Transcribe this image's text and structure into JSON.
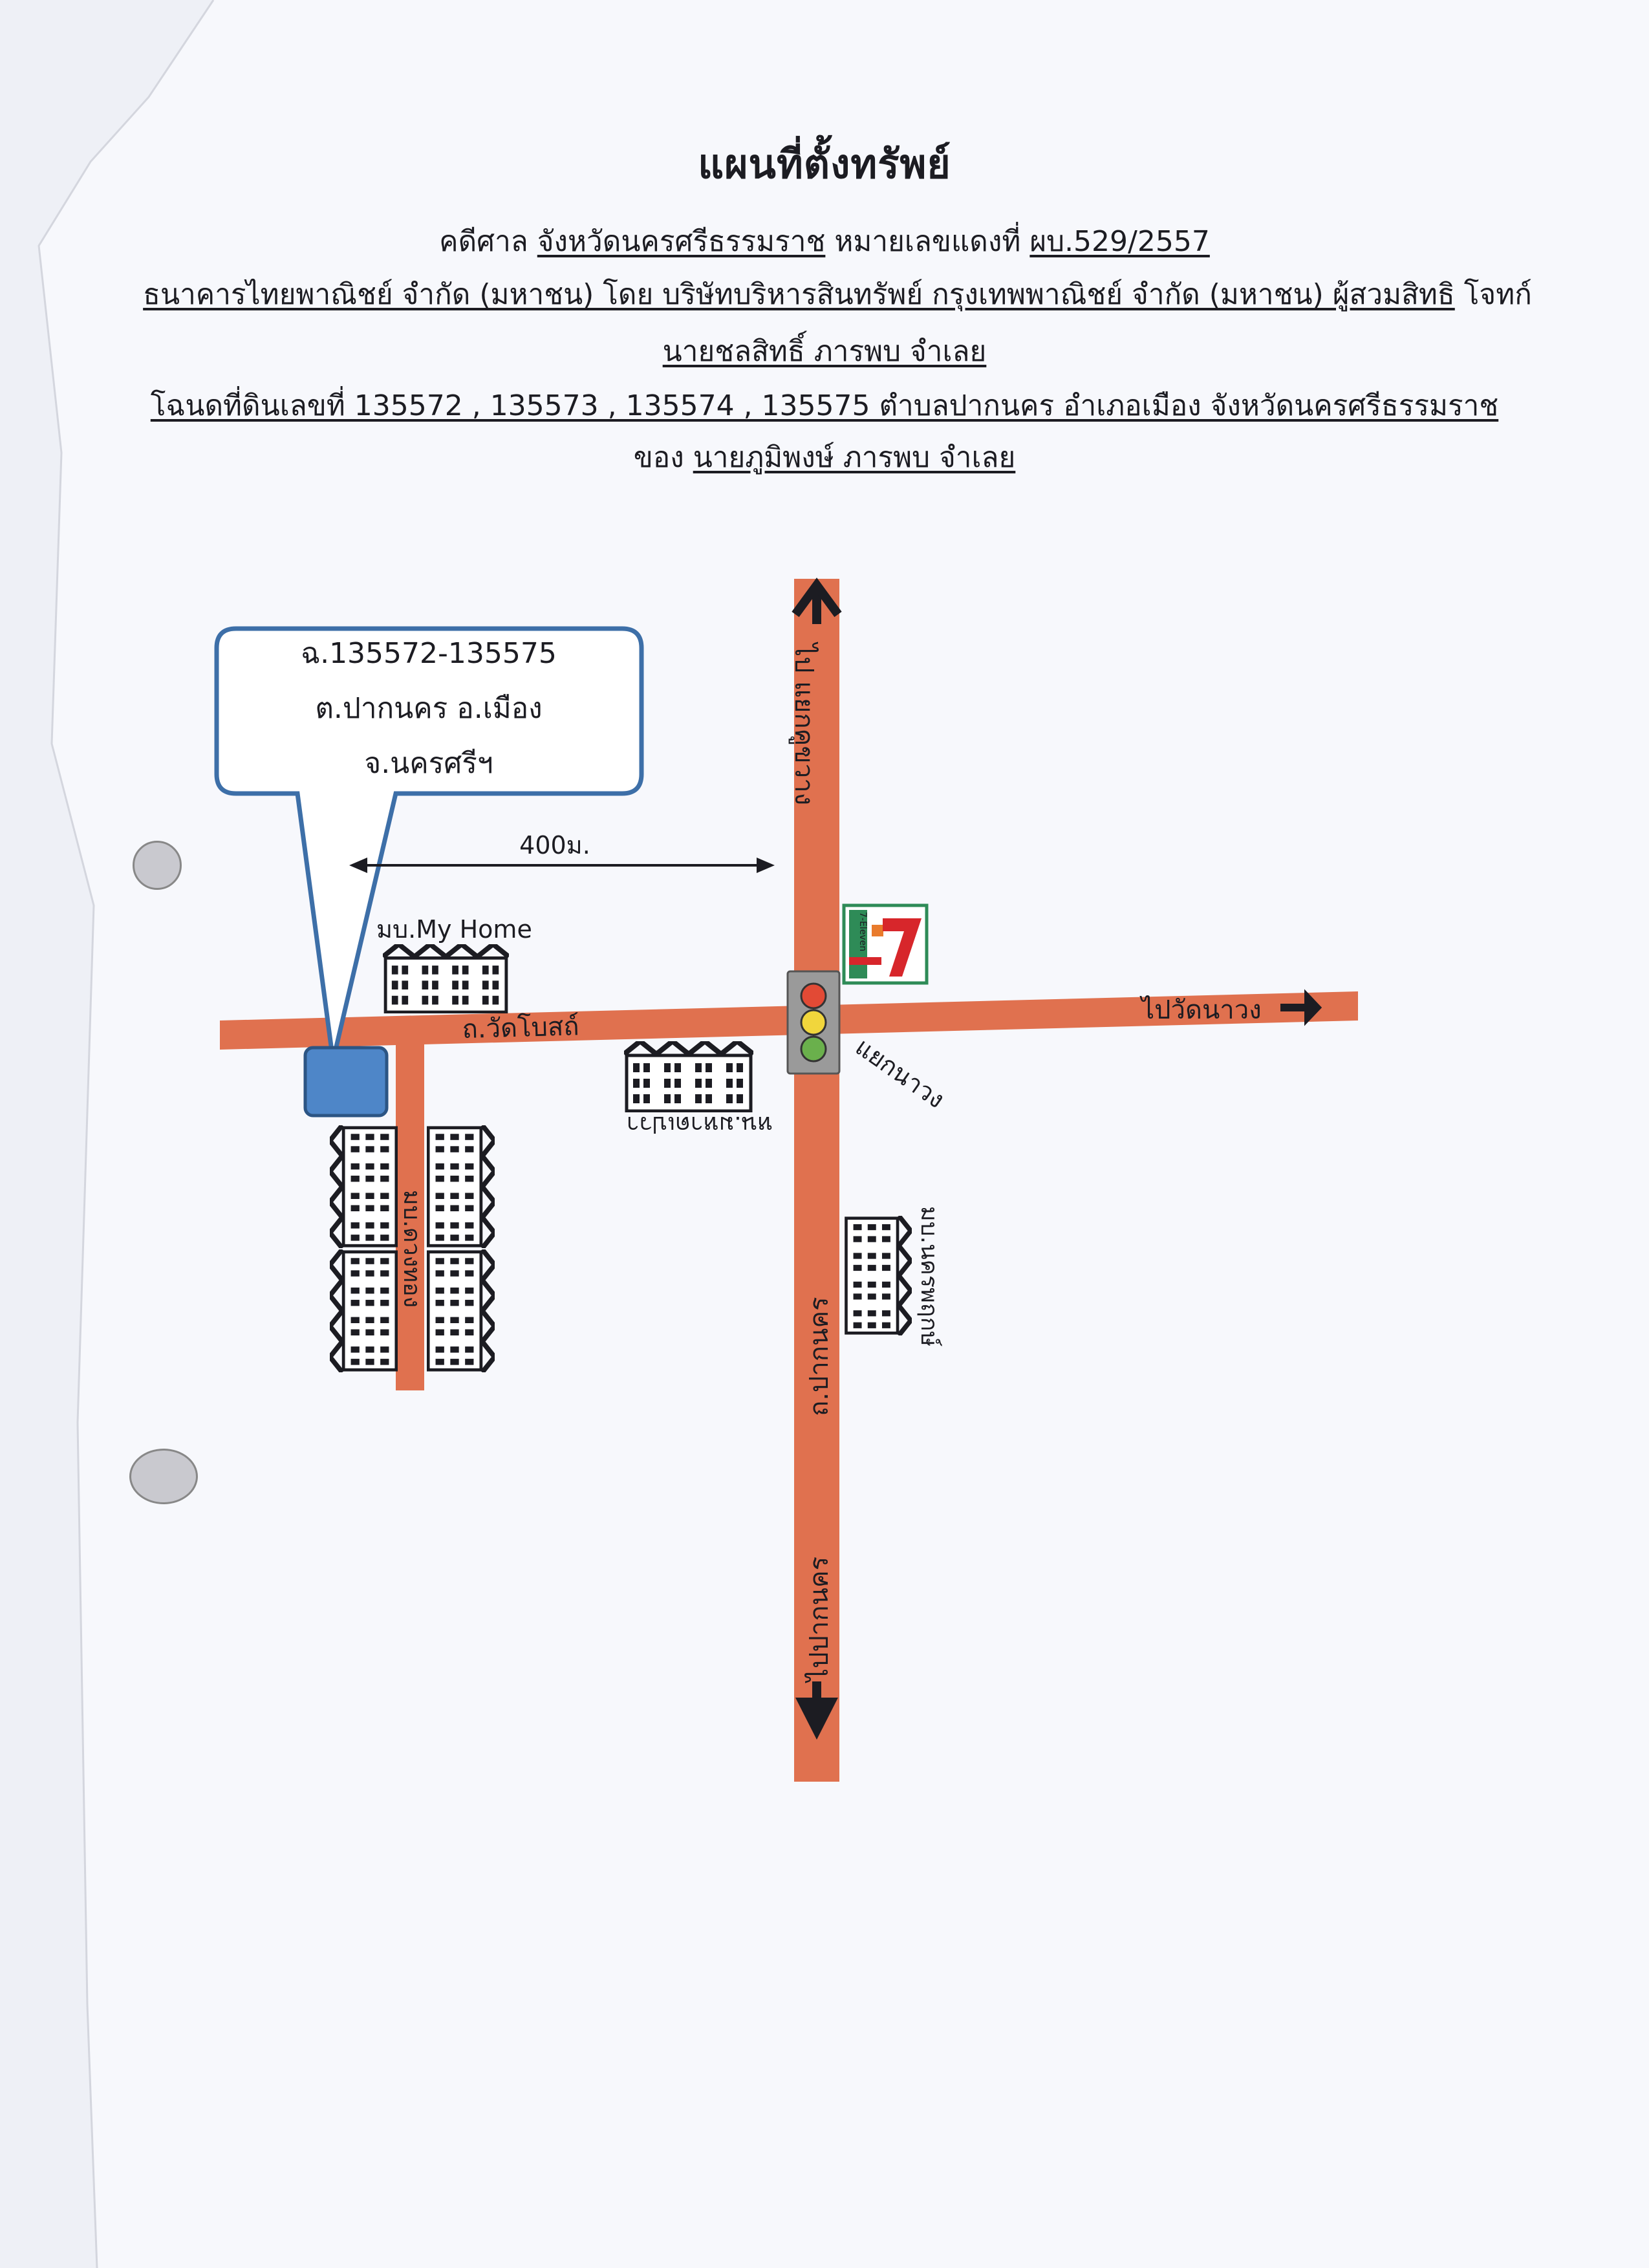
{
  "document": {
    "title": "แผนที่ตั้งทรัพย์",
    "case_prefix": "คดีศาล",
    "court": "จังหวัดนครศรีธรรมราช",
    "red_number_label": "หมายเลขแดงที่",
    "red_number": "ผบ.529/2557",
    "plaintiff": "ธนาคารไทยพาณิชย์ จำกัด (มหาชน) โดย บริษัทบริหารสินทรัพย์ กรุงเทพพาณิชย์ จำกัด (มหาชน) ผู้สวมสิทธิ",
    "plaintiff_role": "โจทก์",
    "defendant": "นายชลสิทธิ์ ภารพบ จำเลย",
    "deed_line": "โฉนดที่ดินเลขที่ 135572 , 135573 , 135574 , 135575 ตำบลปากนคร อำเภอเมือง จังหวัดนครศรีธรรมราช",
    "owner_prefix": "ของ",
    "owner": "นายภูมิพงษ์ ภารพบ จำเลย"
  },
  "map": {
    "callout": {
      "line1": "ฉ.135572-135575",
      "line2": "ต.ปากนคร อ.เมือง",
      "line3": "จ.นครศรีฯ"
    },
    "distance_label": "400ม.",
    "village_my_home": "มบ.My Home",
    "road_wat_bot": "ถ.วัดโบสถ์",
    "road_pak_nakhon": "ถ.ปากนคร",
    "village_duangthong": "มบ.ดวงทอง",
    "village_nakhon_ruay": "หน.มหาดเปวา",
    "village_upper_right": "มบ.นครพฤกษ์",
    "to_north": "ไป แยกคูขวาง",
    "to_east": "ไปวัดนาวง",
    "to_south": "ไปปากนคร",
    "intersection": "แยกนาวง",
    "store_logo": "7-Eleven",
    "colors": {
      "road": "#e0714f",
      "callout_border": "#3d6fa8",
      "plot": "#4e86c8",
      "store_green": "#2e8b57",
      "store_red": "#d7262b",
      "signal_box": "#9a9a9a"
    }
  }
}
